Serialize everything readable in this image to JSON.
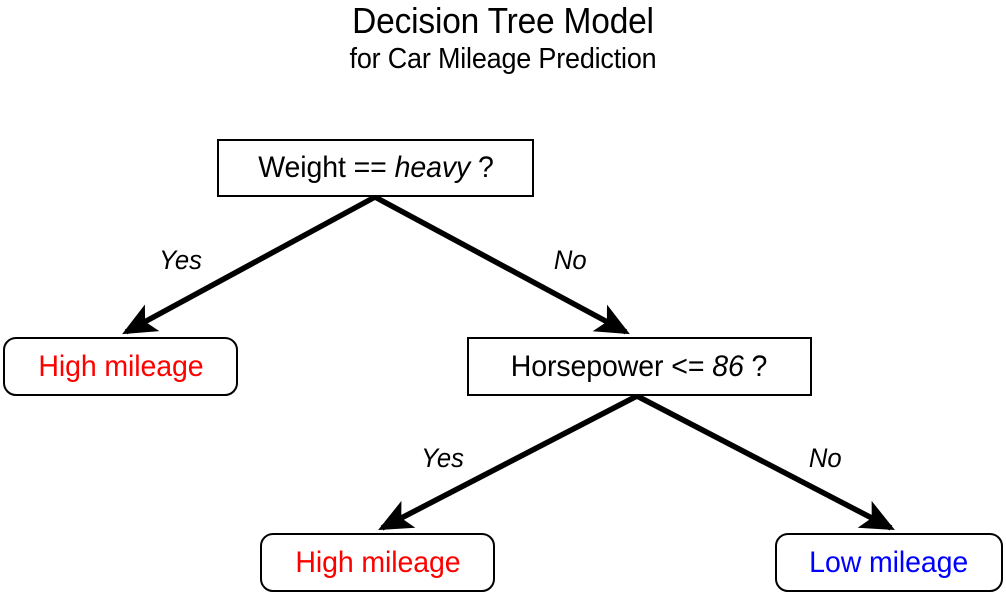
{
  "title": {
    "main": "Decision Tree Model",
    "sub": "for Car Mileage Prediction"
  },
  "colors": {
    "high_mileage": "#ff0000",
    "low_mileage": "#0000ff",
    "decision": "#000000",
    "edge": "#000000",
    "background": "#ffffff"
  },
  "nodes": {
    "root": {
      "id": "root",
      "kind": "decision",
      "text_prefix": "Weight == ",
      "text_emphasis": "heavy",
      "text_suffix": " ?",
      "full_text": "Weight == heavy ?",
      "feature": "Weight",
      "operator": "==",
      "threshold": "heavy"
    },
    "leaf_left": {
      "id": "leaf-high-mileage-left",
      "kind": "leaf",
      "full_text": "High mileage",
      "class_label": "High mileage",
      "color": "#ff0000"
    },
    "horsepower": {
      "id": "horsepower",
      "kind": "decision",
      "text_prefix": "Horsepower <= ",
      "text_emphasis": "86",
      "text_suffix": " ?",
      "full_text": "Horsepower <= 86 ?",
      "feature": "Horsepower",
      "operator": "<=",
      "threshold": "86"
    },
    "leaf_mid": {
      "id": "leaf-high-mileage-mid",
      "kind": "leaf",
      "full_text": "High mileage",
      "class_label": "High mileage",
      "color": "#ff0000"
    },
    "leaf_right": {
      "id": "leaf-low-mileage",
      "kind": "leaf",
      "full_text": "Low mileage",
      "class_label": "Low mileage",
      "color": "#0000ff"
    }
  },
  "edges": {
    "root_yes": {
      "label": "Yes",
      "from": "root",
      "to": "leaf-high-mileage-left"
    },
    "root_no": {
      "label": "No",
      "from": "root",
      "to": "horsepower"
    },
    "hp_yes": {
      "label": "Yes",
      "from": "horsepower",
      "to": "leaf-high-mileage-mid"
    },
    "hp_no": {
      "label": "No",
      "from": "horsepower",
      "to": "leaf-low-mileage"
    }
  }
}
